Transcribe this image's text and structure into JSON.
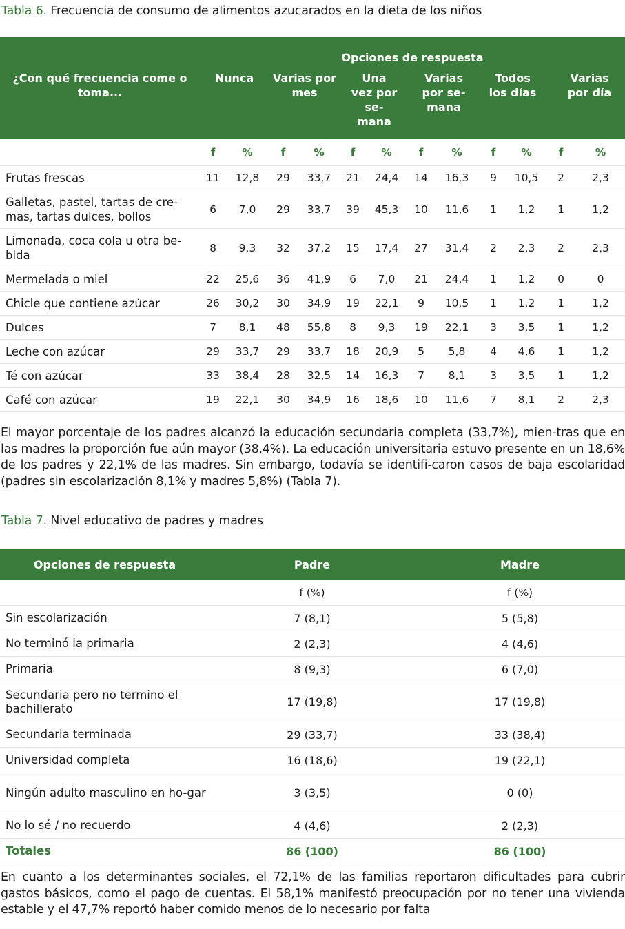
{
  "table6": {
    "caption_label": "Tabla 6.",
    "caption_text": "Frecuencia de consumo de alimentos azucarados en la dieta de los niños",
    "options_header": "Opciones de respuesta",
    "question_header": "¿Con qué frecuencia come o toma...",
    "columns": [
      "Nunca",
      "Varias por mes",
      "Una vez por se-mana",
      "Varias por se-mana",
      "Todos los días",
      "Varias por día"
    ],
    "subheaders": [
      "f",
      "%",
      "f",
      "%",
      "f",
      "%",
      "f",
      "%",
      "f",
      "%",
      "f",
      "%"
    ],
    "rows": [
      {
        "label": "Frutas frescas",
        "values": [
          "11",
          "12,8",
          "29",
          "33,7",
          "21",
          "24,4",
          "14",
          "16,3",
          "9",
          "10,5",
          "2",
          "2,3"
        ]
      },
      {
        "label": "Galletas, pastel, tartas de cre-mas, tartas dulces, bollos",
        "values": [
          "6",
          "7,0",
          "29",
          "33,7",
          "39",
          "45,3",
          "10",
          "11,6",
          "1",
          "1,2",
          "1",
          "1,2"
        ]
      },
      {
        "label": "Limonada, coca cola u otra be-bida",
        "values": [
          "8",
          "9,3",
          "32",
          "37,2",
          "15",
          "17,4",
          "27",
          "31,4",
          "2",
          "2,3",
          "2",
          "2,3"
        ]
      },
      {
        "label": "Mermelada o miel",
        "values": [
          "22",
          "25,6",
          "36",
          "41,9",
          "6",
          "7,0",
          "21",
          "24,4",
          "1",
          "1,2",
          "0",
          "0"
        ]
      },
      {
        "label": "Chicle que contiene azúcar",
        "values": [
          "26",
          "30,2",
          "30",
          "34,9",
          "19",
          "22,1",
          "9",
          "10,5",
          "1",
          "1,2",
          "1",
          "1,2"
        ]
      },
      {
        "label": "Dulces",
        "values": [
          "7",
          "8,1",
          "48",
          "55,8",
          "8",
          "9,3",
          "19",
          "22,1",
          "3",
          "3,5",
          "1",
          "1,2"
        ]
      },
      {
        "label": "Leche con azúcar",
        "values": [
          "29",
          "33,7",
          "29",
          "33,7",
          "18",
          "20,9",
          "5",
          "5,8",
          "4",
          "4,6",
          "1",
          "1,2"
        ]
      },
      {
        "label": "Té con azúcar",
        "values": [
          "33",
          "38,4",
          "28",
          "32,5",
          "14",
          "16,3",
          "7",
          "8,1",
          "3",
          "3,5",
          "1",
          "1,2"
        ]
      },
      {
        "label": "Café con azúcar",
        "values": [
          "19",
          "22,1",
          "30",
          "34,9",
          "16",
          "18,6",
          "10",
          "11,6",
          "7",
          "8,1",
          "2",
          "2,3"
        ]
      }
    ]
  },
  "paragraph1": "El mayor porcentaje de los padres alcanzó la educación secundaria completa (33,7%), mien-tras que en las madres la proporción fue aún mayor (38,4%). La educación universitaria estuvo presente en un 18,6% de los padres y 22,1% de las madres. Sin embargo, todavía se identifi-caron casos de baja escolaridad (padres sin escolarización 8,1% y madres 5,8%) (Tabla 7).",
  "table7": {
    "caption_label": "Tabla 7.",
    "caption_text": "Nivel educativo de padres y madres",
    "headers": [
      "Opciones de respuesta",
      "Padre",
      "Madre"
    ],
    "subheader": "f (%)",
    "rows": [
      {
        "label": "Sin escolarización",
        "padre": "7 (8,1)",
        "madre": "5 (5,8)"
      },
      {
        "label": "No terminó la primaria",
        "padre": "2 (2,3)",
        "madre": "4 (4,6)"
      },
      {
        "label": "Primaria",
        "padre": "8 (9,3)",
        "madre": "6 (7,0)"
      },
      {
        "label": "Secundaria pero no termino el bachillerato",
        "padre": "17 (19,8)",
        "madre": "17 (19,8)"
      },
      {
        "label": "Secundaria terminada",
        "padre": "29 (33,7)",
        "madre": "33 (38,4)"
      },
      {
        "label": "Universidad completa",
        "padre": "16 (18,6)",
        "madre": "19 (22,1)"
      },
      {
        "label": "Ningún adulto masculino en ho-gar",
        "padre": "3 (3,5)",
        "madre": "0 (0)"
      },
      {
        "label": "No lo sé / no recuerdo",
        "padre": "4 (4,6)",
        "madre": "2 (2,3)"
      }
    ],
    "totals": {
      "label": "Totales",
      "padre": "86 (100)",
      "madre": "86 (100)"
    }
  },
  "paragraph2": "En cuanto a los determinantes sociales, el 72,1% de las familias reportaron dificultades para cubrir gastos básicos, como el pago de cuentas. El 58,1% manifestó preocupación por no tener una vivienda estable y el 47,7% reportó haber comido menos de lo necesario por falta"
}
